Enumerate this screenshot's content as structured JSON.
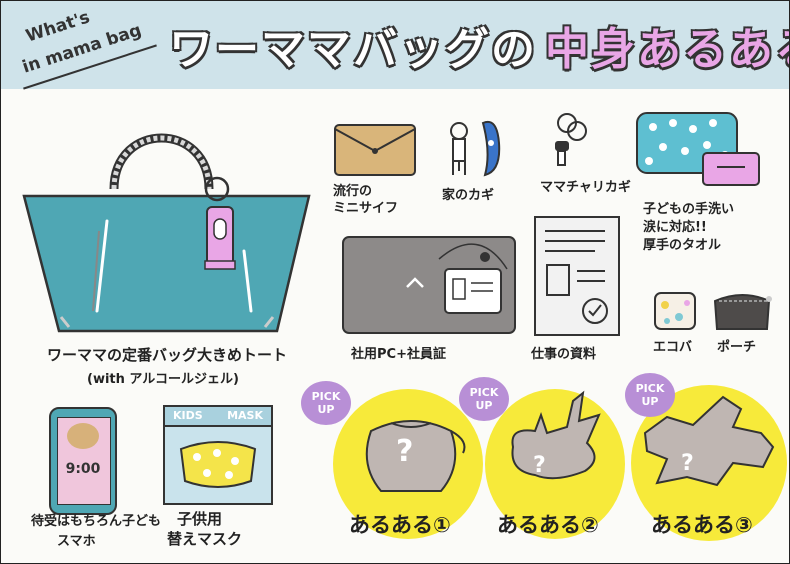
{
  "header": {
    "tagline_line1": "What's",
    "tagline_line2": "in mama bag",
    "title_main": "ワーママバッグの",
    "title_accent": "中身あるある"
  },
  "items": {
    "tote_label_line1": "ワーママの定番バッグ大きめトート",
    "tote_label_line2": "(with アルコールジェル)",
    "wallet_label_line1": "流行の",
    "wallet_label_line2": "ミニサイフ",
    "housekey_label": "家のカギ",
    "bikekey_label": "ママチャリカギ",
    "towel_label_line1": "子どもの手洗い",
    "towel_label_line2": "涙に対応!!",
    "towel_label_line3": "厚手のタオル",
    "laptop_label": "社用PC+社員証",
    "documents_label": "仕事の資料",
    "ecobag_label": "エコバ",
    "pouch_label": "ポーチ",
    "phone_time": "9:00",
    "phone_label_line1": "待受はもちろん子ども",
    "phone_label_line2": "スマホ",
    "mask_pack_text_left": "KIDS",
    "mask_pack_text_right": "MASK",
    "mask_label_line1": "子供用",
    "mask_label_line2": "替えマスク"
  },
  "pickups": [
    {
      "badge_line1": "PICK",
      "badge_line2": "UP",
      "label": "あるある①",
      "mark": "?"
    },
    {
      "badge_line1": "PICK",
      "badge_line2": "UP",
      "label": "あるある②",
      "mark": "?"
    },
    {
      "badge_line1": "PICK",
      "badge_line2": "UP",
      "label": "あるある③",
      "mark": "?"
    }
  ],
  "colors": {
    "header_bg": "#cfe3ea",
    "tote": "#4fa7b4",
    "accent_pink": "#e9a6e6",
    "pickup_yellow": "#f7ea3a",
    "pickup_purple": "#b88fd6",
    "mystery_gray": "#bfb6b2"
  }
}
